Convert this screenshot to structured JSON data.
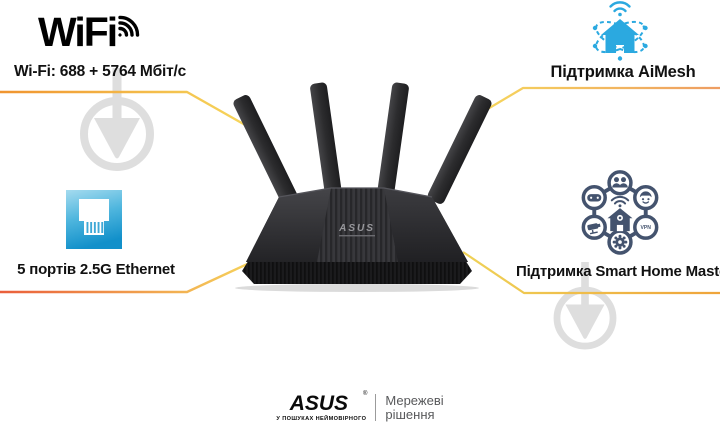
{
  "features": {
    "wifi": {
      "title": "WiFi",
      "label": "Wi-Fi: 688 + 5764 Мбіт/с"
    },
    "aimesh": {
      "label": "Підтримка AiMesh"
    },
    "ethernet": {
      "label": "5 портів 2.5G Ethernet"
    },
    "smart_home": {
      "label": "Підтримка Smart Home Master",
      "vpn_badge": "VPN"
    }
  },
  "router": {
    "logo": "ASUS"
  },
  "footer": {
    "brand": "ASUS",
    "reg_mark": "®",
    "tagline": "У ПОШУКАХ НЕЙМОВІРНОГО",
    "division_line1": "Мережеві",
    "division_line2": "рішення"
  },
  "icons": {
    "wifi": "wifi-signal-icon",
    "aimesh": "aimesh-orbit-house-icon",
    "ethernet": "ethernet-port-icon",
    "smart_home": "smart-home-hex-icon",
    "watermark": "down-arrow-watermark-icon"
  },
  "colors": {
    "icon_blue": "#2BA9E0",
    "icon_navy": "#44536E",
    "line_orange": "#EE8A2F",
    "line_red_orange": "#EA5E3B",
    "line_yellow": "#F6D65C"
  }
}
